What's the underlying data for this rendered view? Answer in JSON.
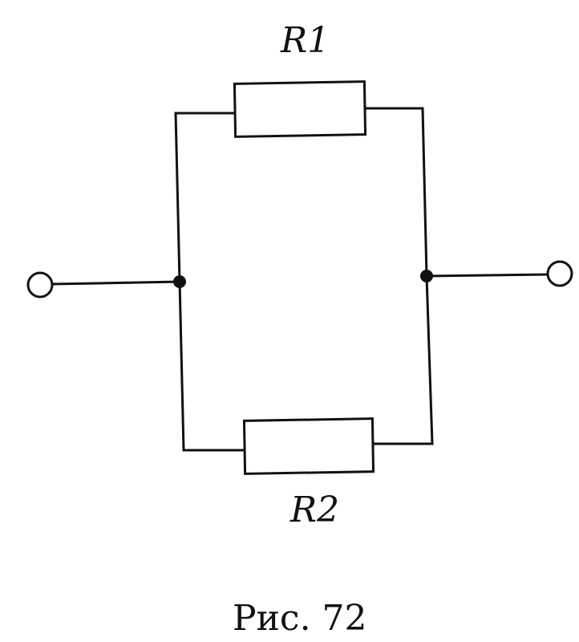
{
  "diagram": {
    "resistors": [
      {
        "label": "R1"
      },
      {
        "label": "R2"
      }
    ],
    "caption": "Рис. 72"
  }
}
